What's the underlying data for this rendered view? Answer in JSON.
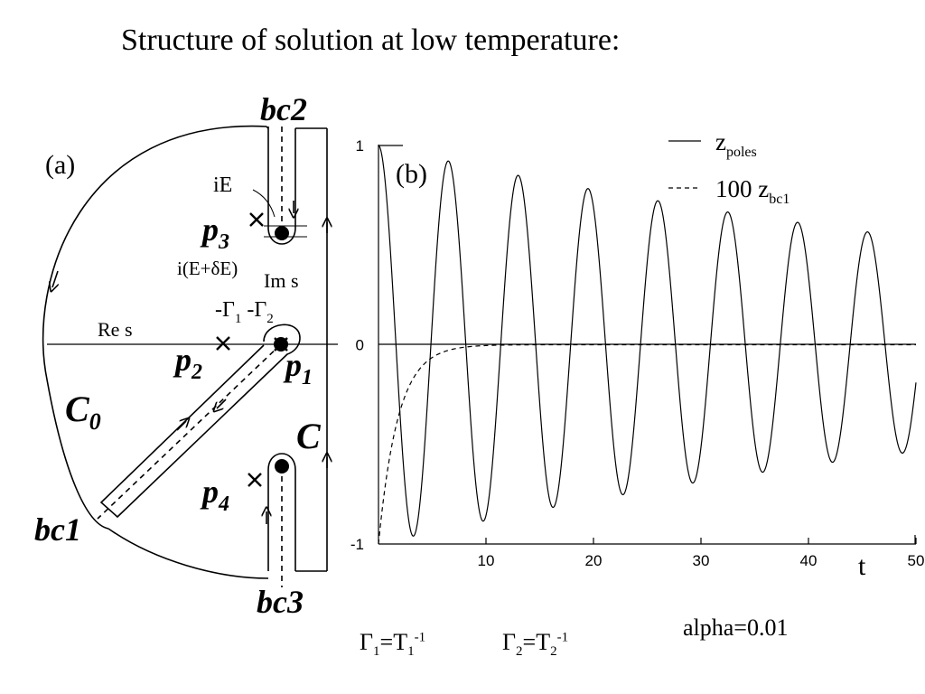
{
  "slide": {
    "title": "Structure of solution at low temperature:",
    "parameter_note": "alpha=0.01"
  },
  "relations": [
    {
      "lhs": "Γ",
      "lhs_sub": "1",
      "rhs": "T",
      "rhs_sub": "1",
      "rhs_sup": "-1"
    },
    {
      "lhs": "Γ",
      "lhs_sub": "2",
      "rhs": "T",
      "rhs_sub": "2",
      "rhs_sup": "-1"
    }
  ],
  "diagram_a": {
    "panel_label": "(a)",
    "branch_cuts": [
      "bc1",
      "bc2",
      "bc3"
    ],
    "poles": [
      "p",
      "p",
      "p",
      "p"
    ],
    "pole_subscripts": [
      "1",
      "2",
      "3",
      "4"
    ],
    "contours": {
      "main": "C",
      "outer": "C",
      "outer_sub": "0"
    },
    "axes": {
      "real": "Re s",
      "imag": "Im s"
    },
    "annotations": {
      "iE": "iE",
      "iEdE": "i(E+δE)",
      "gamma_symbol": "Γ",
      "gamma1_sub": "1",
      "gamma2_sub": "2",
      "minus": "-"
    }
  },
  "chart_data": {
    "type": "line",
    "panel_label": "(b)",
    "xlabel": "t",
    "xlim": [
      0,
      50
    ],
    "ylim": [
      -1,
      1
    ],
    "x_ticks": [
      10,
      20,
      30,
      40,
      50
    ],
    "y_ticks": [
      1,
      0,
      -1
    ],
    "series": [
      {
        "name": "z",
        "name_sub": "poles",
        "style": "solid",
        "model": {
          "amplitude": 1.0,
          "decay": 0.0125,
          "period": 6.5
        }
      },
      {
        "name": "100 z",
        "name_sub": "bc1",
        "style": "dashed",
        "model": {
          "start": -1.0,
          "end": 0.0,
          "decay_rate": 0.55
        }
      }
    ],
    "legend_position": "top-right",
    "grid": false
  }
}
